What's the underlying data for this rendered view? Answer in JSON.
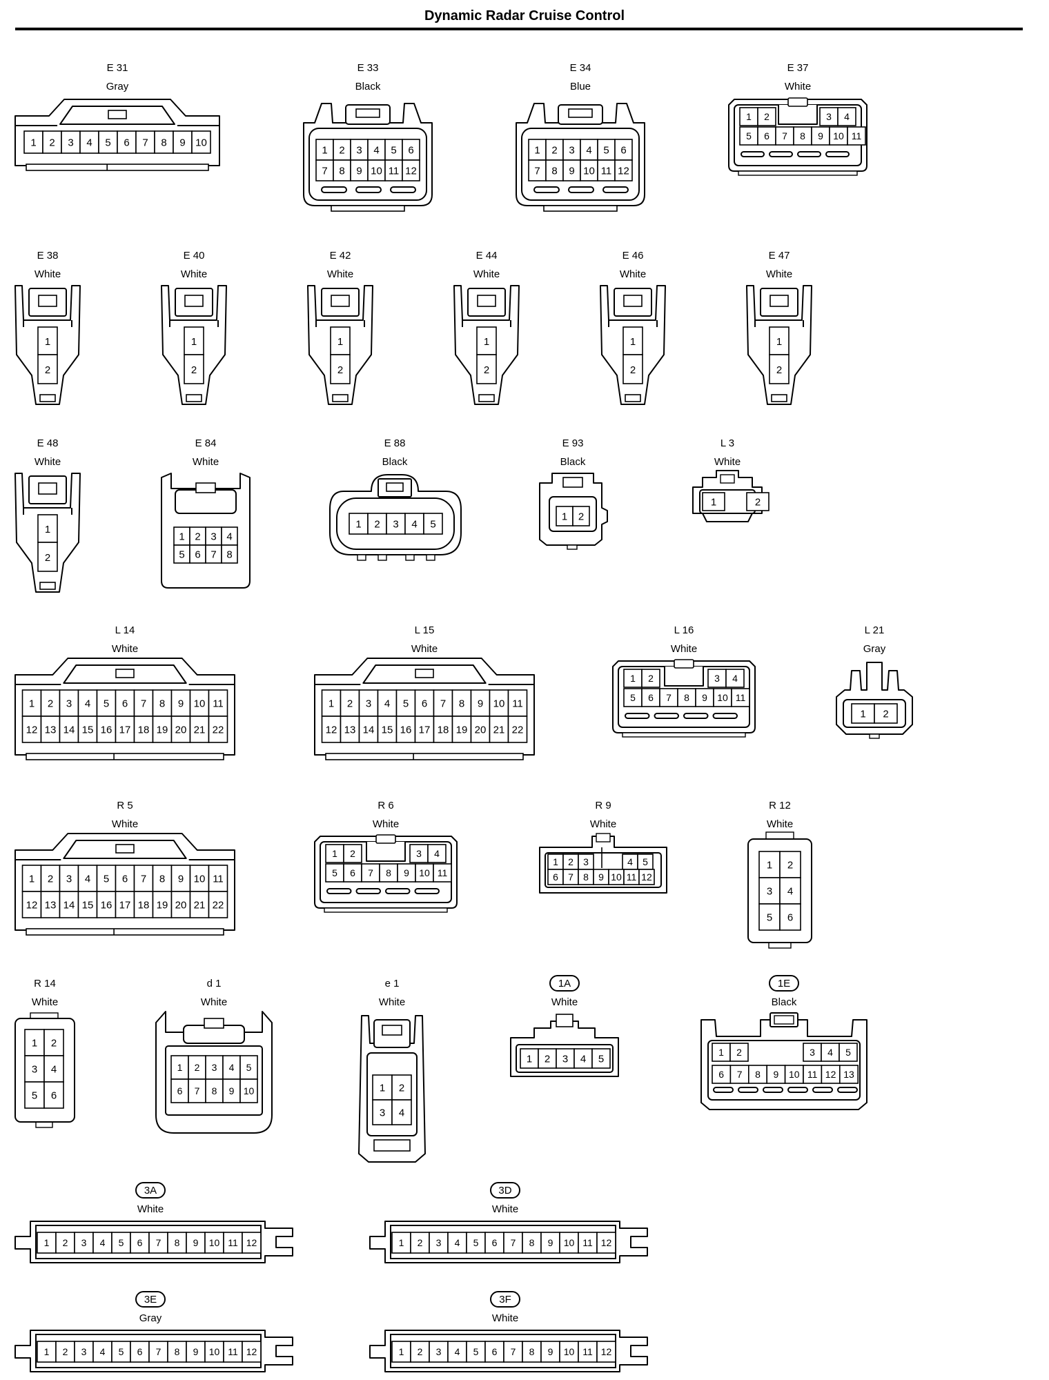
{
  "title": "Dynamic Radar Cruise Control",
  "connectors": [
    {
      "code": "E 31",
      "color": "Gray"
    },
    {
      "code": "E 33",
      "color": "Black"
    },
    {
      "code": "E 34",
      "color": "Blue"
    },
    {
      "code": "E 37",
      "color": "White"
    },
    {
      "code": "E 38",
      "color": "White"
    },
    {
      "code": "E 40",
      "color": "White"
    },
    {
      "code": "E 42",
      "color": "White"
    },
    {
      "code": "E 44",
      "color": "White"
    },
    {
      "code": "E 46",
      "color": "White"
    },
    {
      "code": "E 47",
      "color": "White"
    },
    {
      "code": "E 48",
      "color": "White"
    },
    {
      "code": "E 84",
      "color": "White"
    },
    {
      "code": "E 88",
      "color": "Black"
    },
    {
      "code": "E 93",
      "color": "Black"
    },
    {
      "code": "L 3",
      "color": "White"
    },
    {
      "code": "L 14",
      "color": "White"
    },
    {
      "code": "L 15",
      "color": "White"
    },
    {
      "code": "L 16",
      "color": "White"
    },
    {
      "code": "L 21",
      "color": "Gray"
    },
    {
      "code": "R 5",
      "color": "White"
    },
    {
      "code": "R 6",
      "color": "White"
    },
    {
      "code": "R 9",
      "color": "White"
    },
    {
      "code": "R 12",
      "color": "White"
    },
    {
      "code": "R 14",
      "color": "White"
    },
    {
      "code": "d 1",
      "color": "White"
    },
    {
      "code": "e 1",
      "color": "White"
    },
    {
      "code": "1A",
      "color": "White",
      "boxed": true
    },
    {
      "code": "1E",
      "color": "Black",
      "boxed": true
    },
    {
      "code": "3A",
      "color": "White",
      "boxed": true
    },
    {
      "code": "3D",
      "color": "White",
      "boxed": true
    },
    {
      "code": "3E",
      "color": "Gray",
      "boxed": true
    },
    {
      "code": "3F",
      "color": "White",
      "boxed": true
    }
  ]
}
